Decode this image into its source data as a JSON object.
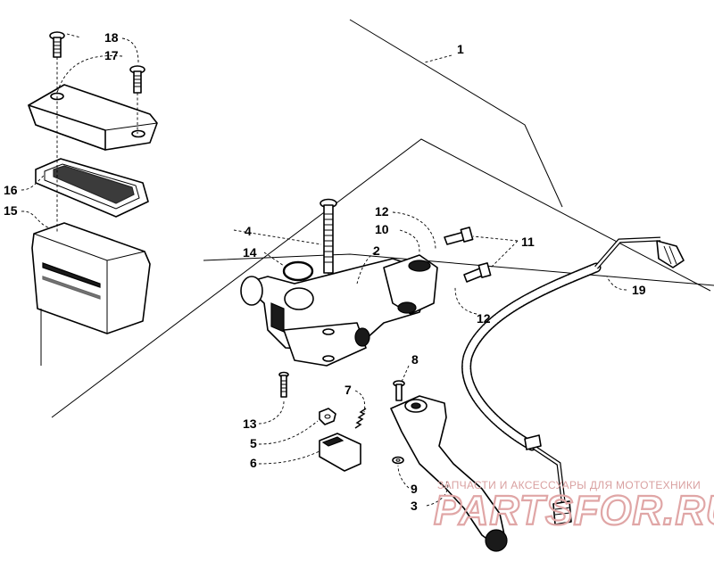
{
  "callouts": [
    {
      "id": "c1",
      "text": "1"
    },
    {
      "id": "c2",
      "text": "2"
    },
    {
      "id": "c3",
      "text": "3"
    },
    {
      "id": "c4",
      "text": "4"
    },
    {
      "id": "c5",
      "text": "5"
    },
    {
      "id": "c6",
      "text": "6"
    },
    {
      "id": "c7",
      "text": "7"
    },
    {
      "id": "c8",
      "text": "8"
    },
    {
      "id": "c9",
      "text": "9"
    },
    {
      "id": "c10",
      "text": "10"
    },
    {
      "id": "c11",
      "text": "11"
    },
    {
      "id": "c12a",
      "text": "12"
    },
    {
      "id": "c12b",
      "text": "12"
    },
    {
      "id": "c13",
      "text": "13"
    },
    {
      "id": "c14",
      "text": "14"
    },
    {
      "id": "c15",
      "text": "15"
    },
    {
      "id": "c16",
      "text": "16"
    },
    {
      "id": "c17",
      "text": "17"
    },
    {
      "id": "c18",
      "text": "18"
    },
    {
      "id": "c19",
      "text": "19"
    }
  ],
  "watermark": {
    "subtitle": "ЗАПЧАСТИ И АКСЕССУАРЫ ДЛЯ МОТОТЕХНИКИ",
    "brand": "PARTSFOR.RU"
  }
}
